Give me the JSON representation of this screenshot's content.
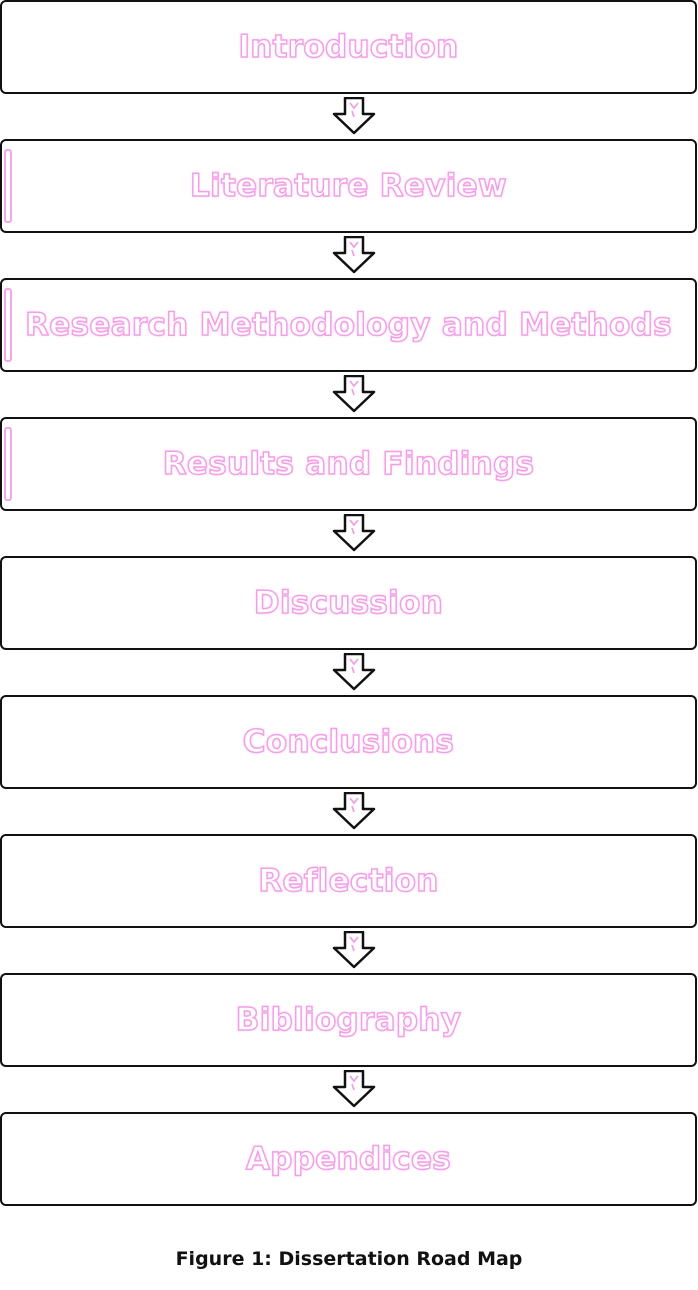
{
  "diagram": {
    "steps": [
      {
        "label": "Introduction"
      },
      {
        "label": "Literature Review"
      },
      {
        "label": "Research Methodology and Methods"
      },
      {
        "label": "Results and Findings"
      },
      {
        "label": "Discussion"
      },
      {
        "label": "Conclusions"
      },
      {
        "label": "Reflection"
      },
      {
        "label": "Bibliography"
      },
      {
        "label": "Appendices"
      }
    ],
    "caption": "Figure 1: Dissertation Road Map"
  },
  "colors": {
    "box_border": "#111111",
    "label_outline": "#f2a0e6",
    "arrow": "#111111",
    "caption": "#111111"
  },
  "icons": {
    "connector": "down-arrow-icon"
  }
}
